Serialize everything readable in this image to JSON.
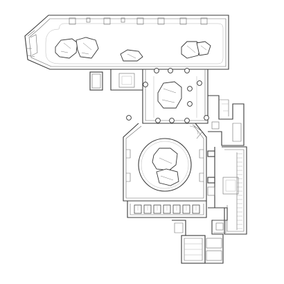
{
  "diagram": {
    "kind": "architectural floor plan",
    "style": "black linework on white, no text labels",
    "colors": {
      "background": "#ffffff",
      "wall": "#3a3a3a",
      "secondary": "#6a6a6a",
      "hairline": "#b5b5b5"
    },
    "spaces": [
      "long-hall",
      "colonnade-hall",
      "rotunda",
      "north-east-annex",
      "east-wing",
      "south-service-rooms",
      "south-block"
    ],
    "column_count": 12
  }
}
